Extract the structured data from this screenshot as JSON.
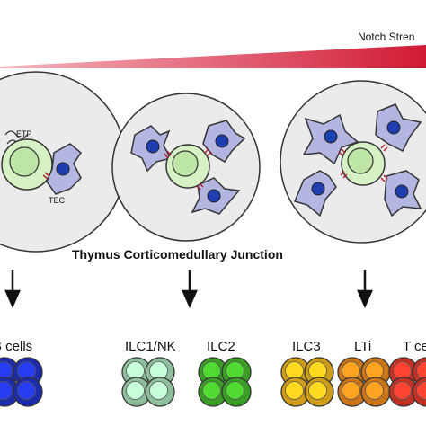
{
  "gradient_label": "Notch Stren",
  "cell_labels": {
    "etp": "ETP",
    "tec": "TEC"
  },
  "site_title": "Thymus Corticomedullary Junction",
  "lineages": [
    {
      "label": "B cells",
      "color": "#2233cc"
    },
    {
      "label": "ILC1/NK",
      "color": "#a8e0b8"
    },
    {
      "label": "ILC2",
      "color": "#44b92a"
    },
    {
      "label": "ILC3",
      "color": "#f2b81a"
    },
    {
      "label": "LTi",
      "color": "#ef8a1c"
    },
    {
      "label": "T cell",
      "color": "#e53a2a"
    }
  ],
  "colors": {
    "niche_fill": "#ebebeb",
    "etp_outer": "#d6f2c4",
    "etp_inner": "#bde5a6",
    "tec_fill": "#b4b6e2",
    "tec_nucleus": "#1f3fb0",
    "notch_bar": "#d9203a"
  }
}
